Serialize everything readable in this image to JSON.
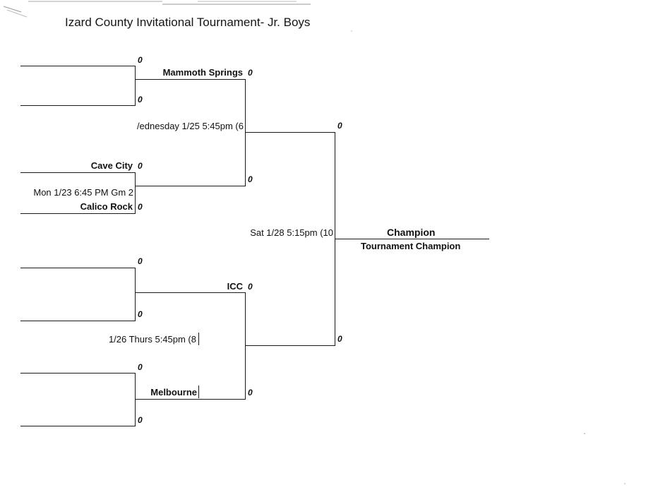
{
  "title": "Izard County Invitational Tournament- Jr. Boys",
  "round1": {
    "slot1": {
      "score": "0"
    },
    "slot2": {
      "score": "0"
    },
    "slot3": {
      "team": "Cave City",
      "score": "0"
    },
    "game2_label": "Mon 1/23 6:45 PM Gm 2",
    "slot4": {
      "team": "Calico Rock",
      "score": "0"
    },
    "slot5": {
      "score": "0"
    },
    "slot6": {
      "score": "0"
    },
    "slot7": {
      "score": "0"
    },
    "slot8": {
      "score": "0"
    }
  },
  "round2": {
    "top": {
      "team": "Mammoth Springs",
      "score": "0"
    },
    "game6_label": "/ednesday 1/25 5:45pm (6",
    "top_lower": {
      "score": "0"
    },
    "bottom": {
      "team": "ICC",
      "score": "0"
    },
    "game8_label": "1/26 Thurs 5:45pm (8",
    "bottom_lower": {
      "team": "Melbourne",
      "score": "0"
    }
  },
  "semis": {
    "top": {
      "score": "0"
    },
    "bottom": {
      "score": "0"
    },
    "game10_label": "Sat 1/28 5:15pm (10"
  },
  "final": {
    "champion_label": "Champion",
    "champion_sub": "Tournament Champion"
  }
}
